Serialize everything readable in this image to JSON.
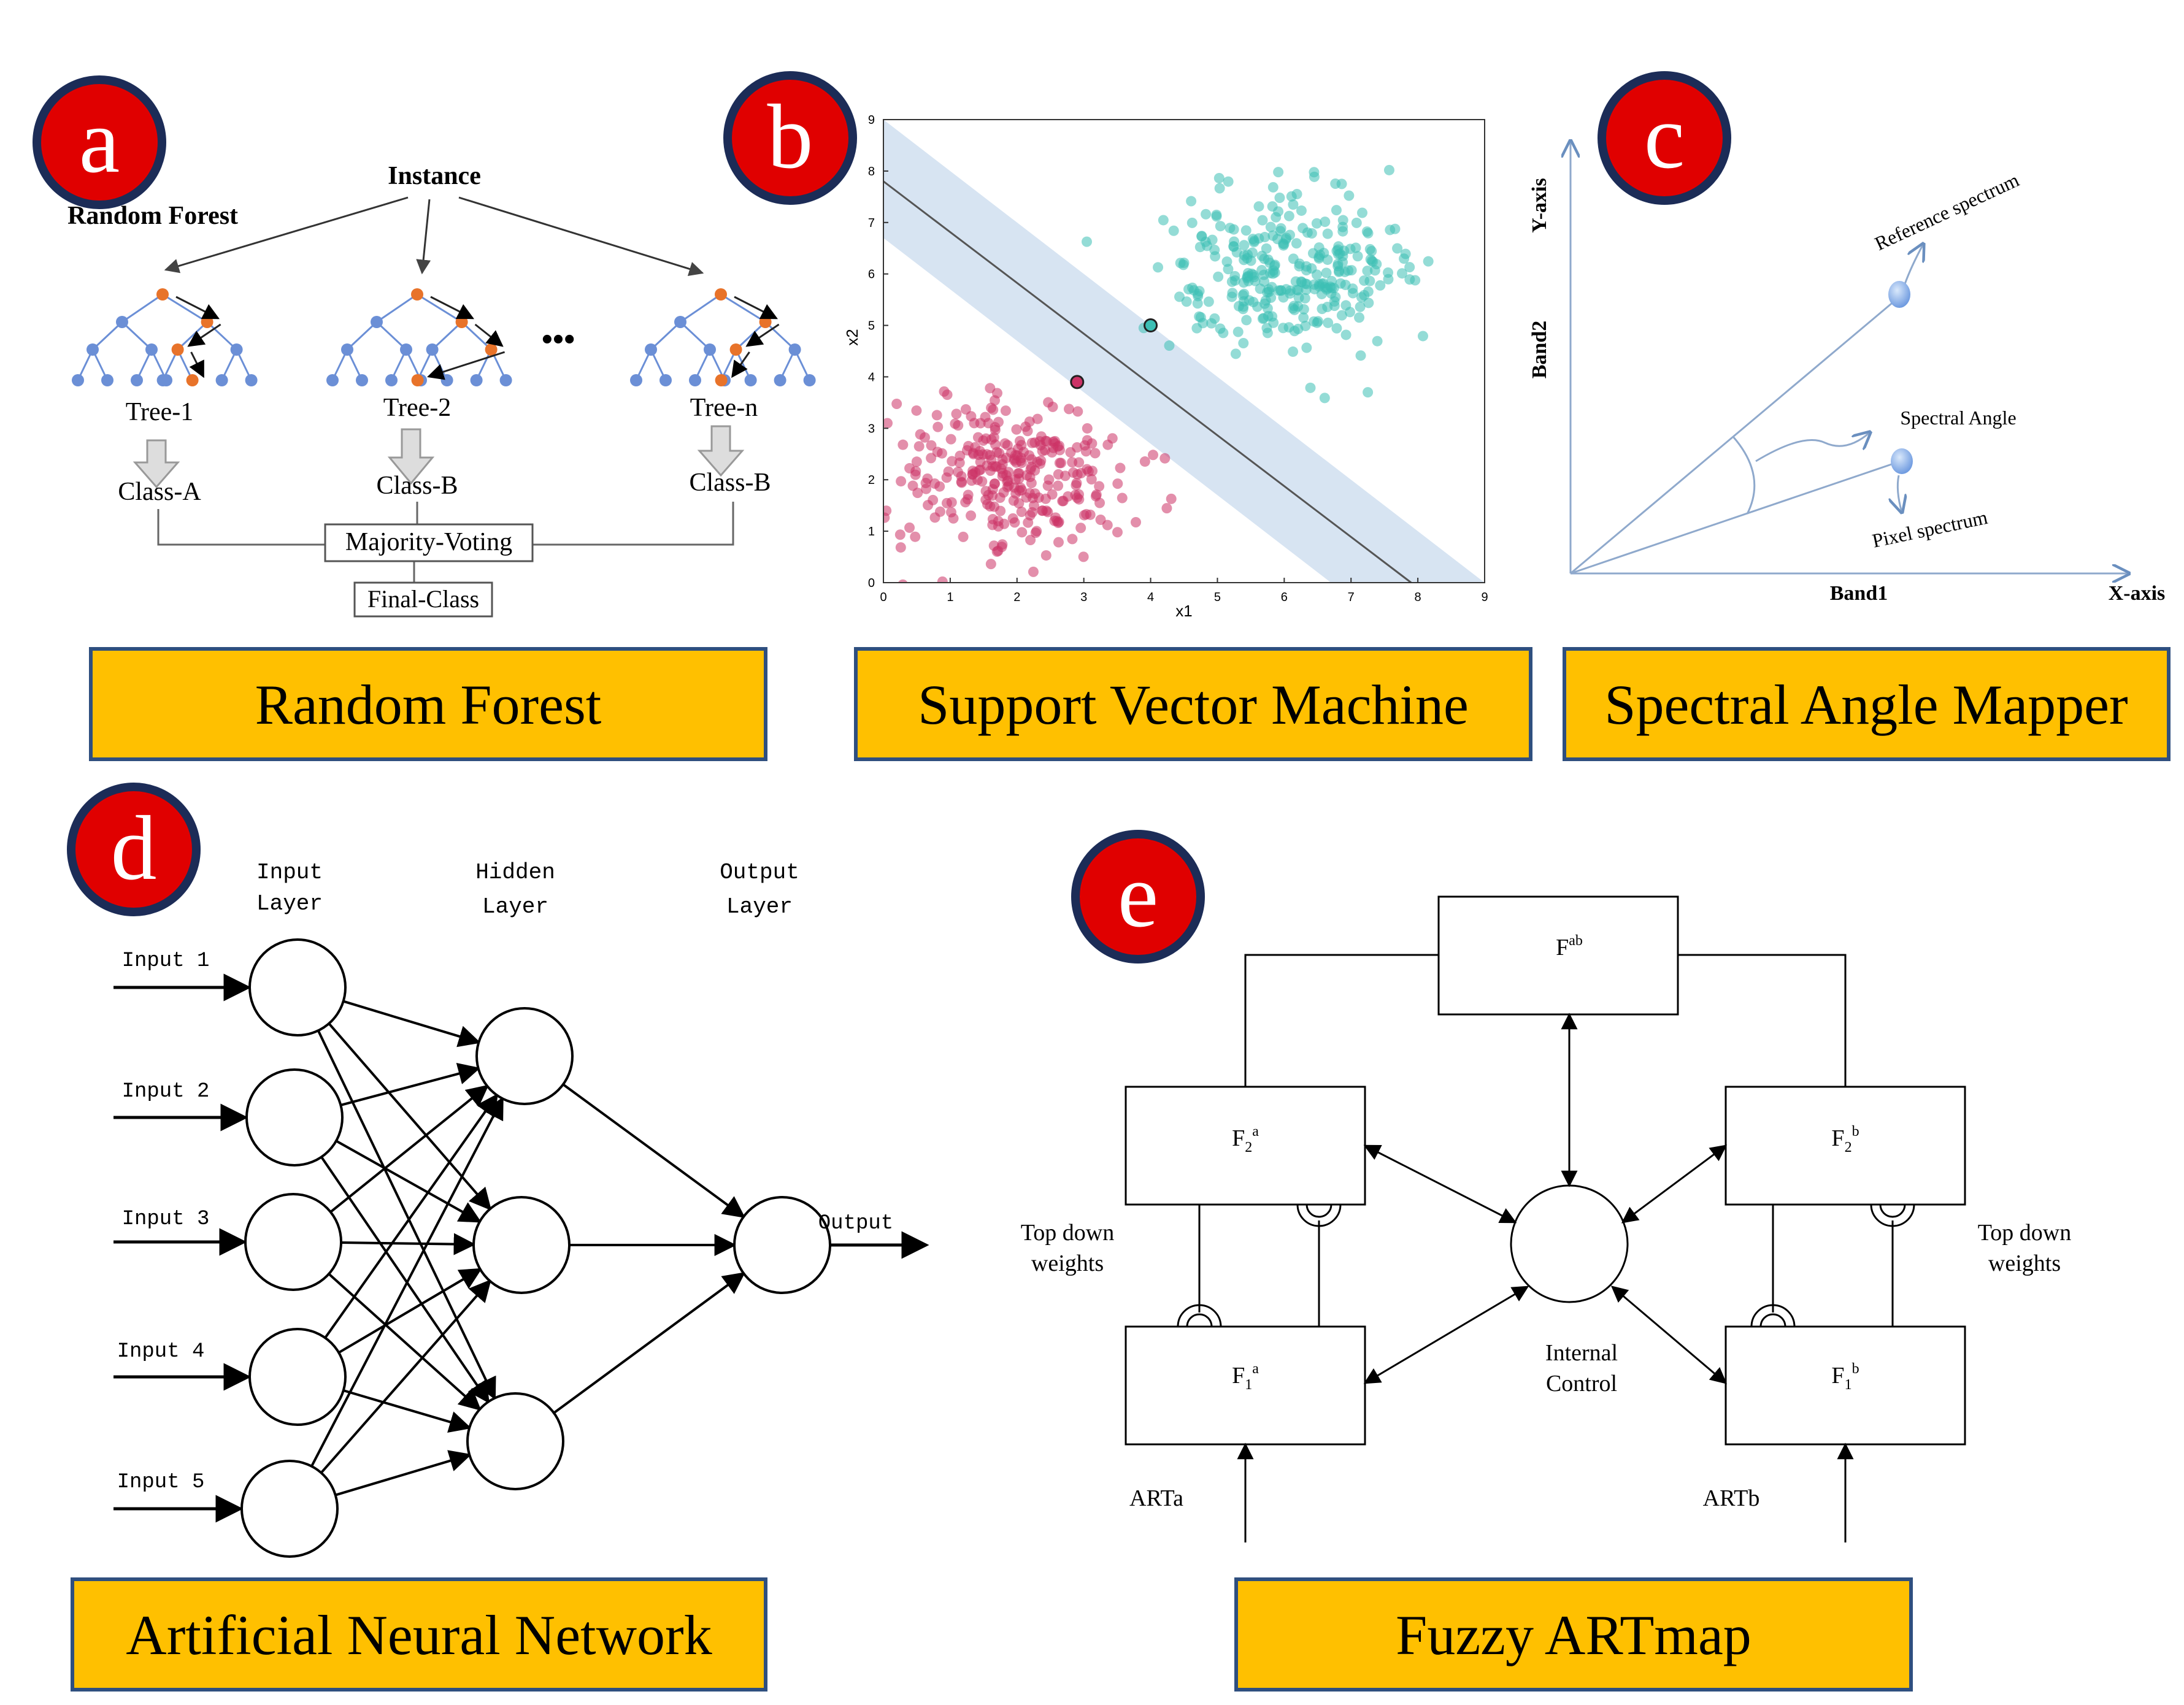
{
  "panel_badges": [
    "a",
    "b",
    "c",
    "d",
    "e"
  ],
  "captions": {
    "rf": "Random Forest",
    "svm": "Support Vector Machine",
    "sam": "Spectral Angle Mapper",
    "ann": "Artificial Neural Network",
    "art": "Fuzzy ARTmap"
  },
  "colors": {
    "badge_fill": "#e00000",
    "badge_ring": "#1c2c57",
    "caption_fill": "#ffc000",
    "caption_border": "#2f4f7f",
    "node_blue": "#6b8fd6",
    "node_orange": "#e8732a",
    "svm_class1": "#cc3366",
    "svm_class2": "#3cbfb4",
    "svm_margin": "#c6d9ec"
  },
  "rf": {
    "title": "Random Forest",
    "instance": "Instance",
    "trees": [
      "Tree-1",
      "Tree-2",
      "Tree-n"
    ],
    "ellipsis": "•••",
    "classes": [
      "Class-A",
      "Class-B",
      "Class-B"
    ],
    "majority": "Majority-Voting",
    "final": "Final-Class"
  },
  "svm": {
    "xlabel": "x1",
    "ylabel": "x2",
    "x_ticks": [
      "0",
      "1",
      "2",
      "3",
      "4",
      "5",
      "6",
      "7",
      "8",
      "9"
    ],
    "y_ticks": [
      "0",
      "1",
      "2",
      "3",
      "4",
      "5",
      "6",
      "7",
      "8",
      "9"
    ]
  },
  "chart_data": {
    "type": "scatter",
    "xlabel": "x1",
    "ylabel": "x2",
    "xlim": [
      0,
      9
    ],
    "ylim": [
      0,
      9
    ],
    "grid": false,
    "decision_boundary": {
      "x": [
        0,
        7.9
      ],
      "y": [
        7.8,
        0
      ]
    },
    "margin_band": {
      "upper": {
        "x": [
          0,
          9
        ],
        "y": [
          9,
          0
        ]
      },
      "lower": {
        "x": [
          0,
          6.7
        ],
        "y": [
          6.7,
          0
        ]
      }
    },
    "support_vectors": [
      {
        "x": 2.9,
        "y": 3.9
      },
      {
        "x": 4.0,
        "y": 5.0
      }
    ],
    "series": [
      {
        "cluster": {
          "cx": 1.9,
          "cy": 2.1,
          "sx": 0.85,
          "sy": 0.75,
          "n": 300
        }
      },
      {
        "cluster": {
          "cx": 6.0,
          "cy": 6.1,
          "sx": 0.85,
          "sy": 0.75,
          "n": 300
        }
      }
    ]
  },
  "sam": {
    "y_axis": "Y-axis",
    "x_axis": "X-axis",
    "band2": "Band2",
    "band1": "Band1",
    "reference": "Reference spectrum",
    "angle": "Spectral Angle",
    "pixel": "Pixel spectrum"
  },
  "ann": {
    "input_layer": [
      "Input",
      "Layer"
    ],
    "hidden_layer": [
      "Hidden",
      "Layer"
    ],
    "output_layer": [
      "Output",
      "Layer"
    ],
    "inputs": [
      "Input 1",
      "Input 2",
      "Input 3",
      "Input 4",
      "Input 5"
    ],
    "output": "Output"
  },
  "art": {
    "fab": "F",
    "fab_sup": "ab",
    "f2": "F",
    "f2_sub": "2",
    "f2a_sup": "a",
    "f2b_sup": "b",
    "f1": "F",
    "f1_sub": "1",
    "f1a_sup": "a",
    "f1b_sup": "b",
    "internal": [
      "Internal",
      "Control"
    ],
    "topdown": [
      "Top down",
      "weights"
    ],
    "arta": "ARTa",
    "artb": "ARTb"
  }
}
